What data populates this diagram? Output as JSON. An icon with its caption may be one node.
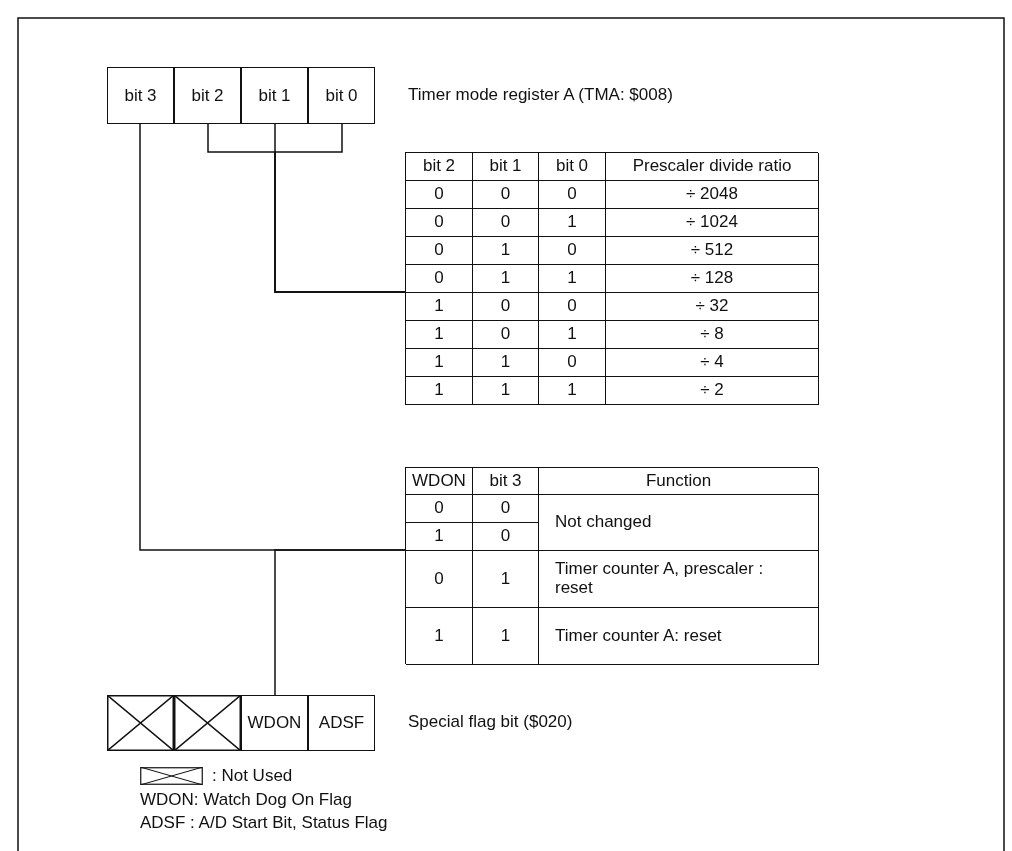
{
  "diagram": {
    "nodes": [
      {
        "text": [
          "bit 3"
        ]
      },
      {
        "text": [
          "bit 2"
        ]
      },
      {
        "text": [
          "bit 1"
        ]
      },
      {
        "text": [
          "bit 0"
        ]
      },
      {
        "text": [
          "bit 2",
          "bit 1",
          "bit 0",
          "Prescaler divide ratio",
          "0",
          "0",
          "0",
          "÷ 2048",
          "0",
          "0",
          "1",
          "÷ 1024",
          "0",
          "1",
          "0",
          "÷ 512",
          "0",
          "1",
          "1",
          "÷ 128",
          "1",
          "0",
          "0",
          "÷ 32",
          "1",
          "0",
          "1",
          "÷ 8",
          "1",
          "1",
          "0",
          "÷ 4",
          "1",
          "1",
          "1",
          "÷ 2"
        ]
      },
      {
        "text": [
          "WDON",
          "bit 3",
          "Function",
          "0",
          "0",
          "Not changed",
          "1",
          "0",
          "0",
          "1",
          "Timer counter A, prescaler : reset",
          "1",
          "1",
          "Timer counter A: reset"
        ]
      },
      {
        "text": [],
        "shape": "box"
      },
      {
        "text": [],
        "shape": "box"
      },
      {
        "text": [
          "WDON"
        ]
      },
      {
        "text": [
          "ADSF"
        ]
      }
    ],
    "edges": [
      {
        "from": 1,
        "to": 4,
        "arrow": "none"
      },
      {
        "from": 2,
        "to": 4,
        "arrow": "none"
      },
      {
        "from": 3,
        "to": 4,
        "arrow": "none"
      },
      {
        "from": 0,
        "to": 5,
        "arrow": "none"
      },
      {
        "from": 8,
        "to": 5,
        "arrow": "none"
      }
    ],
    "labels": [
      "Timer mode register A (TMA: $008)",
      "Special flag bit ($020)",
      "WDON: Watch Dog On Flag",
      "ADSF : A/D Start Bit, Status Flag"
    ],
    "legend": [
      {
        "text": ": Not Used"
      }
    ]
  }
}
